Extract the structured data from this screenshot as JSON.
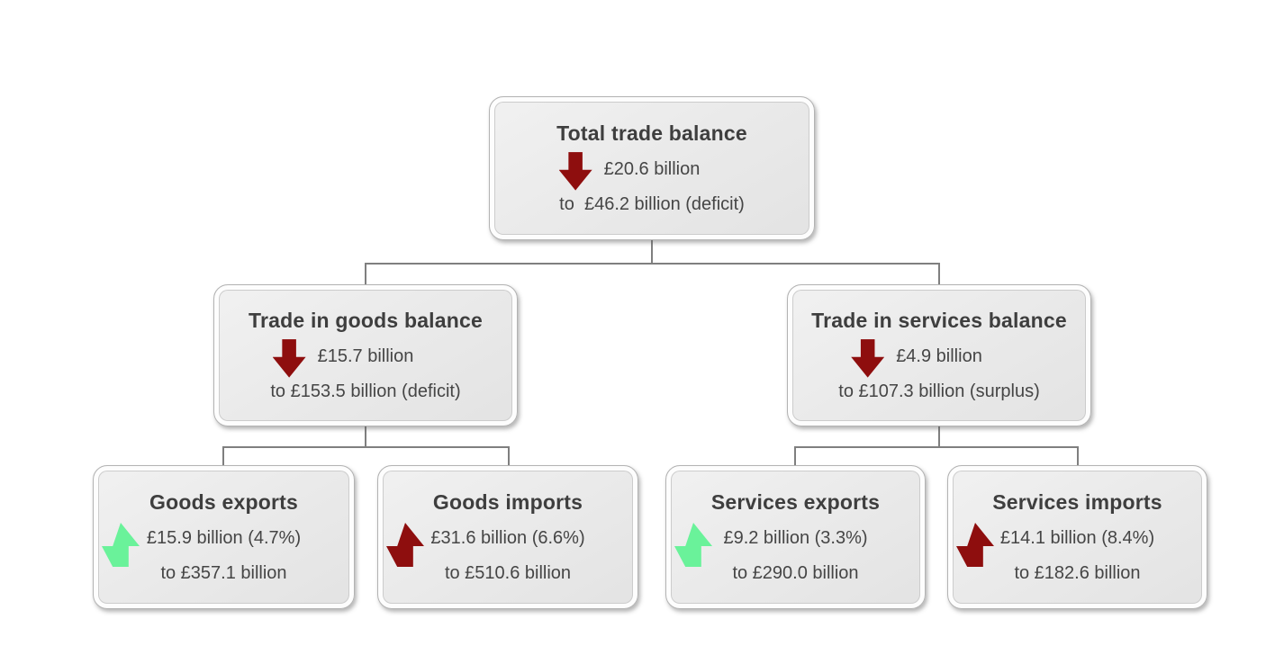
{
  "nodes": {
    "total": {
      "title": "Total trade balance",
      "direction": "decrease",
      "arrow_icon": "decrease-arrow-icon",
      "change": "£20.6 billion",
      "to": "to  £46.2 billion (deficit)"
    },
    "goods_balance": {
      "title": "Trade in goods balance",
      "direction": "decrease",
      "arrow_icon": "decrease-arrow-icon",
      "change": "£15.7 billion",
      "to": "to £153.5 billion (deficit)"
    },
    "services_balance": {
      "title": "Trade in services balance",
      "direction": "decrease",
      "arrow_icon": "decrease-arrow-icon",
      "change": "£4.9 billion",
      "to": "to £107.3 billion (surplus)"
    },
    "goods_exports": {
      "title": "Goods exports",
      "direction": "increase",
      "arrow_icon": "increase-arrow-icon",
      "change": "£15.9 billion (4.7%)",
      "to": "to £357.1 billion"
    },
    "goods_imports": {
      "title": "Goods imports",
      "direction": "increase",
      "arrow_icon": "increase-arrow-icon",
      "change": "£31.6 billion (6.6%)",
      "to": "to £510.6 billion"
    },
    "services_exports": {
      "title": "Services exports",
      "direction": "increase",
      "arrow_icon": "increase-arrow-icon",
      "change": "£9.2 billion (3.3%)",
      "to": "to £290.0 billion"
    },
    "services_imports": {
      "title": "Services imports",
      "direction": "increase",
      "arrow_icon": "increase-arrow-icon",
      "change": "£14.1 billion (8.4%)",
      "to": "to £182.6 billion"
    }
  },
  "colors": {
    "decrease_arrow": "#8e0e0e",
    "increase_unfavourable_arrow": "#8e0e0e",
    "increase_favourable_arrow": "#6af29a",
    "box_fill": "#e9e9e9",
    "box_border": "#b3b3b3",
    "connector": "#7f7f7f",
    "text": "#3e3e3e"
  }
}
